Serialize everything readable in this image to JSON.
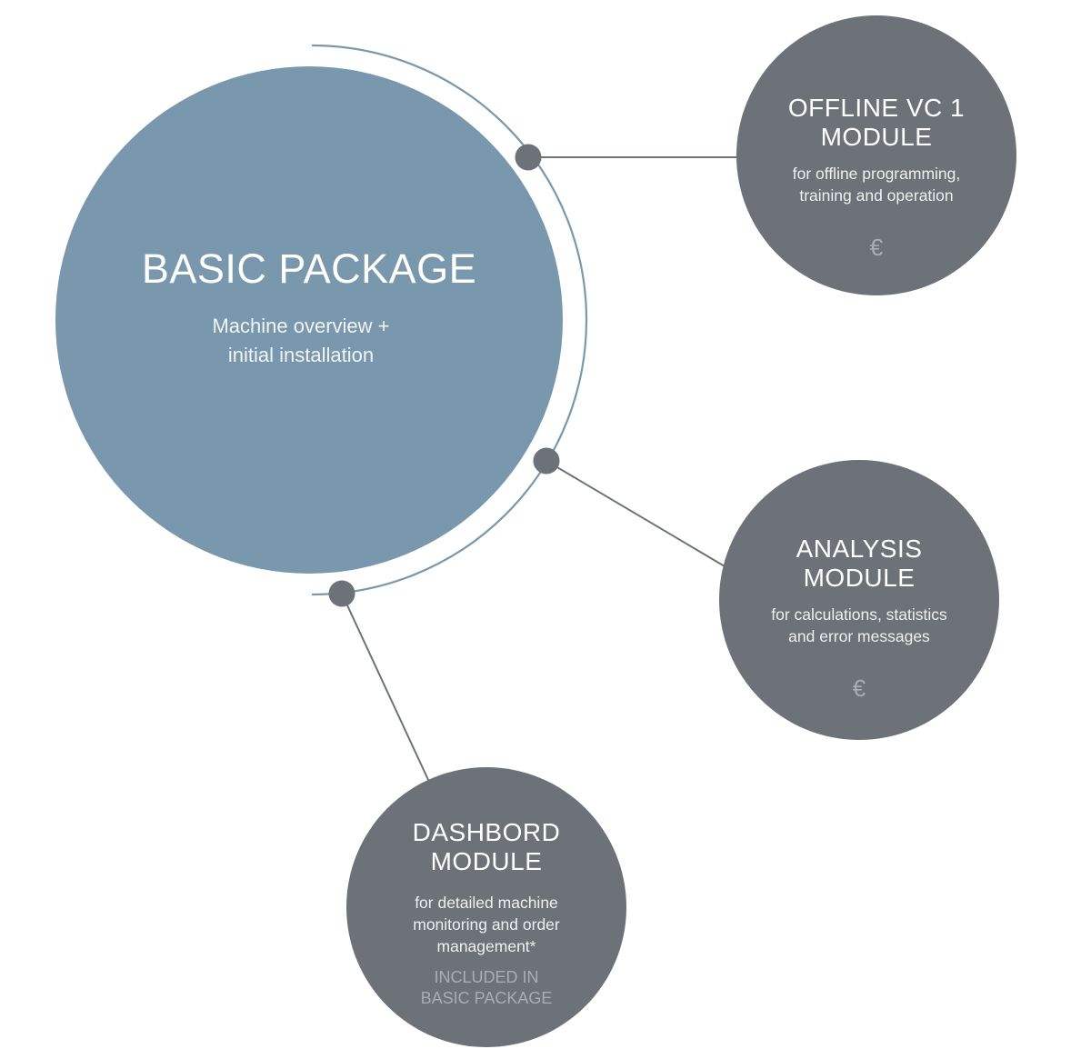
{
  "basic_package": {
    "title": "BASIC PACKAGE",
    "subtitle_lines": [
      "Machine overview +",
      "initial installation"
    ]
  },
  "modules": {
    "offline": {
      "title_lines": [
        "OFFLINE VC 1",
        "MODULE"
      ],
      "description_lines": [
        "for offline programming,",
        "training and operation"
      ],
      "price_symbol": "€"
    },
    "analysis": {
      "title_lines": [
        "ANALYSIS",
        "MODULE"
      ],
      "description_lines": [
        "for calculations, statistics",
        "and error messages"
      ],
      "price_symbol": "€"
    },
    "dashboard": {
      "title_lines": [
        "DASHBORD",
        "MODULE"
      ],
      "description_lines": [
        "for detailed machine",
        "monitoring and order",
        "management*"
      ],
      "note_lines": [
        "INCLUDED IN",
        "BASIC PACKAGE"
      ]
    }
  },
  "colors": {
    "basic_fill": "#7a98ad",
    "module_fill": "#6c7278",
    "arc_stroke": "#7a98ad",
    "connector_stroke": "#6c7278",
    "muted_text": "#a8adb2"
  }
}
